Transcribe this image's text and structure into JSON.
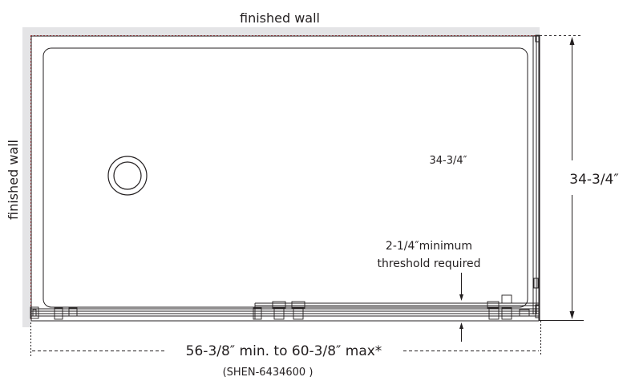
{
  "labels": {
    "top_wall": "finished wall",
    "left_wall": "finished wall",
    "inner_depth": "34-3/4″",
    "outer_depth": "34-3/4″",
    "threshold_line1": "2-1/4″minimum",
    "threshold_line2": "threshold required",
    "width_range": "56-3/8″ min. to 60-3/8″ max*",
    "model": "(SHEN-6434600 )"
  },
  "colors": {
    "wall_fill": "#e4e4e6",
    "wall_edge": "#d2232a",
    "line": "#231f20",
    "text": "#231f20"
  }
}
